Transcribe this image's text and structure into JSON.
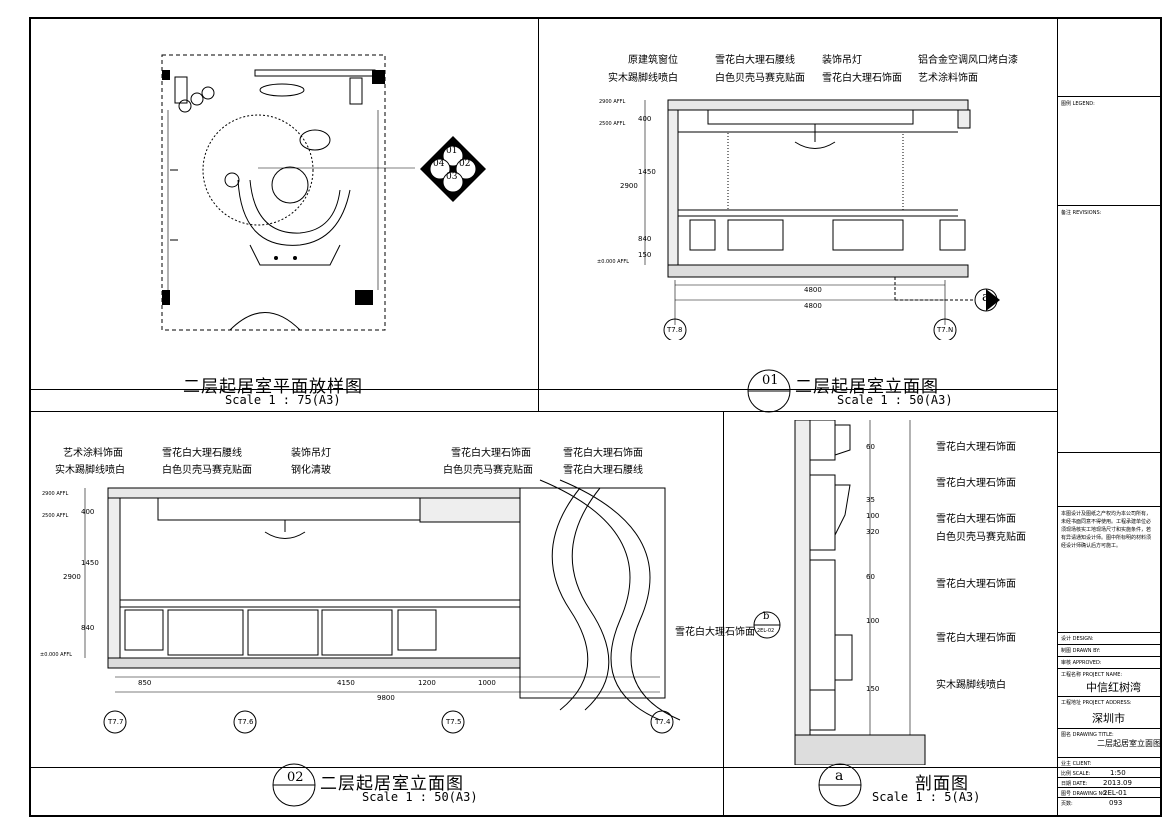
{
  "plan": {
    "title": "二层起居室平面放样图",
    "scale": "Scale 1 : 75(A3)",
    "symbol": {
      "top": "01",
      "left": "04",
      "right": "02",
      "bottom": "03"
    }
  },
  "elev01": {
    "num": "01",
    "title": "二层起居室立面图",
    "scale": "Scale 1 : 50(A3)",
    "labels": [
      "原建筑窗位",
      "实木踢脚线喷白",
      "雪花白大理石腰线",
      "白色贝壳马赛克贴面",
      "装饰吊灯",
      "雪花白大理石饰面",
      "铝合金空调风口烤白漆",
      "艺术涂料饰面"
    ],
    "levels": [
      "2900 AFFL",
      "2500 AFFL",
      "±0.000 AFFL"
    ],
    "dims": [
      "400",
      "1450",
      "2900",
      "840",
      "150",
      "4800",
      "4800"
    ],
    "axes": [
      "T7.8",
      "T7.N"
    ],
    "section": "a"
  },
  "elev02": {
    "num": "02",
    "title": "二层起居室立面图",
    "scale": "Scale 1 : 50(A3)",
    "labels": [
      "艺术涂料饰面",
      "实木踢脚线喷白",
      "雪花白大理石腰线",
      "白色贝壳马赛克贴面",
      "装饰吊灯",
      "钢化清玻",
      "雪花白大理石饰面",
      "白色贝壳马赛克贴面",
      "雪花白大理石饰面",
      "雪花白大理石腰线",
      "雪花白大理石饰面"
    ],
    "levels": [
      "2900 AFFL",
      "2500 AFFL",
      "±0.000 AFFL"
    ],
    "dims": [
      "850",
      "4150",
      "1200",
      "1000",
      "9800",
      "400",
      "1450",
      "2900",
      "840"
    ],
    "axes": [
      "T7.7",
      "T7.6",
      "T7.5",
      "T7.4"
    ],
    "section_num": "b",
    "section_ref": "2EL-02"
  },
  "section": {
    "num": "a",
    "title": "剖面图",
    "scale": "Scale 1 : 5(A3)",
    "labels": [
      "雪花白大理石饰面",
      "雪花白大理石饰面",
      "雪花白大理石饰面",
      "白色贝壳马赛克贴面",
      "雪花白大理石饰面",
      "雪花白大理石饰面",
      "实木踢脚线喷白"
    ],
    "dims": [
      "60",
      "35",
      "100",
      "320",
      "60",
      "100",
      "150"
    ]
  },
  "titleblock": {
    "legend": "图例 LEGEND:",
    "revisions": "备注 REVISIONS:",
    "notes": "本图设计及图纸之产权均为本公司所有，未经书面同意不得使用。工程承建单位必须现场核实工地现场尺寸和实施条件，若有异请通知设计师。图中所标明的材料须经设计师确认后方可施工。",
    "design": "设计 DESIGN:",
    "drawn": "制图 DRAWN BY:",
    "approved": "审核 APPROVED:",
    "project_label": "工程名称 PROJECT NAME:",
    "project": "中信红树湾",
    "address_label": "工程地址 PROJECT ADDRESS:",
    "address": "深圳市",
    "drawing_title_label": "图名 DRAWING TITLE:",
    "drawing_title": "二层起居室立面图",
    "client": "业主 CLIENT:",
    "scale_label": "比例 SCALE:",
    "scale": "1:50",
    "date_label": "日期 DATE:",
    "date": "2013.09",
    "drawing_no_label": "图号 DRAWING NO:",
    "drawing_no": "2EL-01",
    "page_label": "页数:",
    "page": "093"
  }
}
